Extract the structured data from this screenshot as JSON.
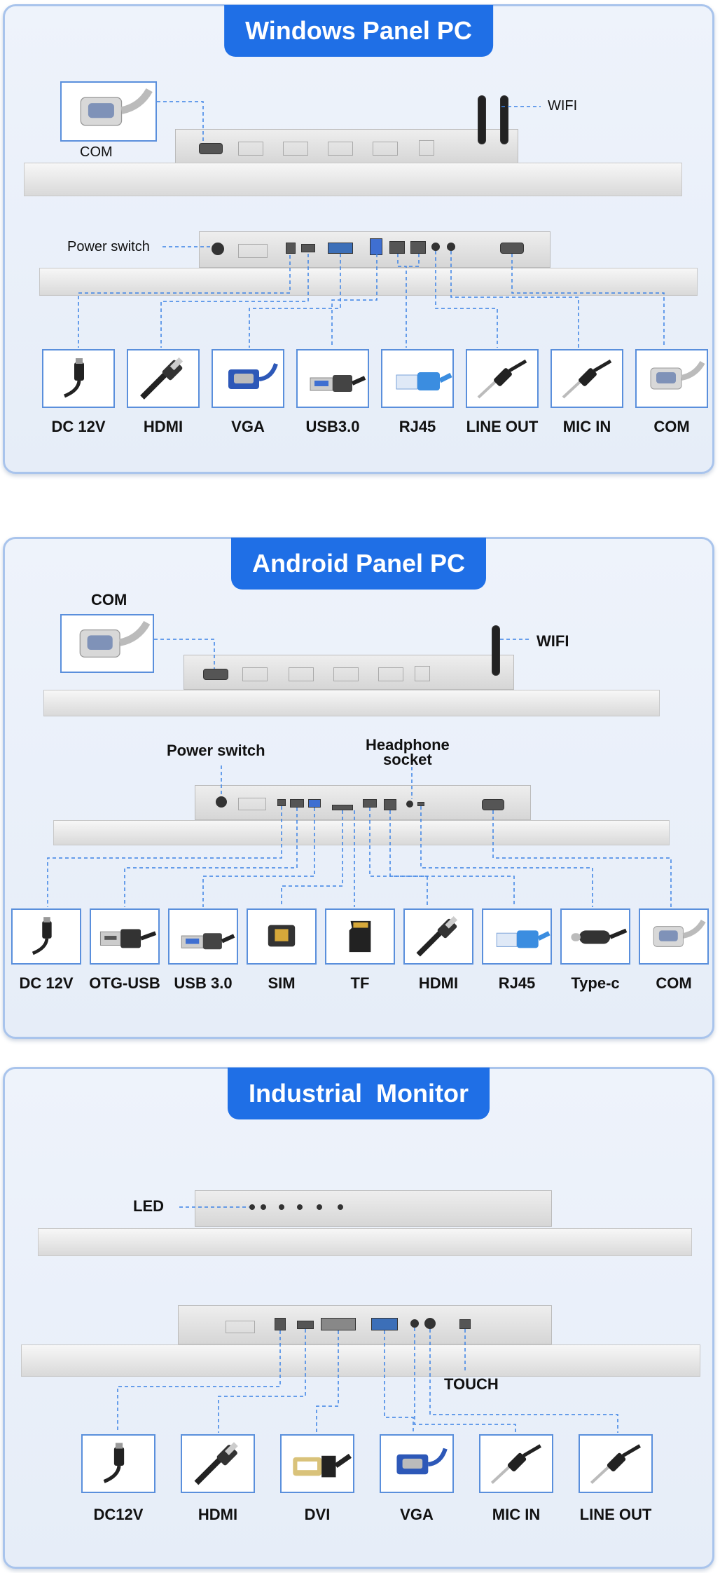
{
  "sections": {
    "windows": {
      "title": "Windows Panel PC",
      "top_labels": {
        "com": "COM",
        "wifi": "WIFI",
        "power_switch": "Power switch"
      },
      "ports": [
        "DC 12V",
        "HDMI",
        "VGA",
        "USB3.0",
        "RJ45",
        "LINE OUT",
        "MIC IN",
        "COM"
      ]
    },
    "android": {
      "title": "Android Panel PC",
      "top_labels": {
        "com": "COM",
        "wifi": "WIFI",
        "power_switch": "Power switch",
        "headphone": "Headphone\nsocket"
      },
      "ports": [
        "DC 12V",
        "OTG-USB",
        "USB 3.0",
        "SIM",
        "TF",
        "HDMI",
        "RJ45",
        "Type-c",
        "COM"
      ]
    },
    "monitor": {
      "title": "Industrial  Monitor",
      "top_labels": {
        "led": "LED",
        "touch": "TOUCH"
      },
      "ports": [
        "DC12V",
        "HDMI",
        "DVI",
        "VGA",
        "MIC IN",
        "LINE OUT"
      ]
    }
  },
  "colors": {
    "title_bg": "#1f6fe6",
    "panel_border": "#a9c4ec",
    "leader_line": "#3b82e6"
  },
  "icons": {
    "windows": [
      "dc-plug-icon",
      "hdmi-cable-icon",
      "vga-cable-icon",
      "usb3-cable-icon",
      "rj45-cable-icon",
      "audio-jack-icon",
      "audio-jack-icon",
      "db9-com-icon"
    ],
    "android": [
      "dc-plug-icon",
      "usb-a-cable-icon",
      "usb3-cable-icon",
      "sim-card-icon",
      "tf-card-icon",
      "hdmi-cable-icon",
      "rj45-cable-icon",
      "type-c-cable-icon",
      "db9-com-icon"
    ],
    "monitor": [
      "dc-plug-icon",
      "hdmi-cable-icon",
      "dvi-cable-icon",
      "vga-cable-icon",
      "audio-jack-icon",
      "audio-jack-icon"
    ]
  }
}
